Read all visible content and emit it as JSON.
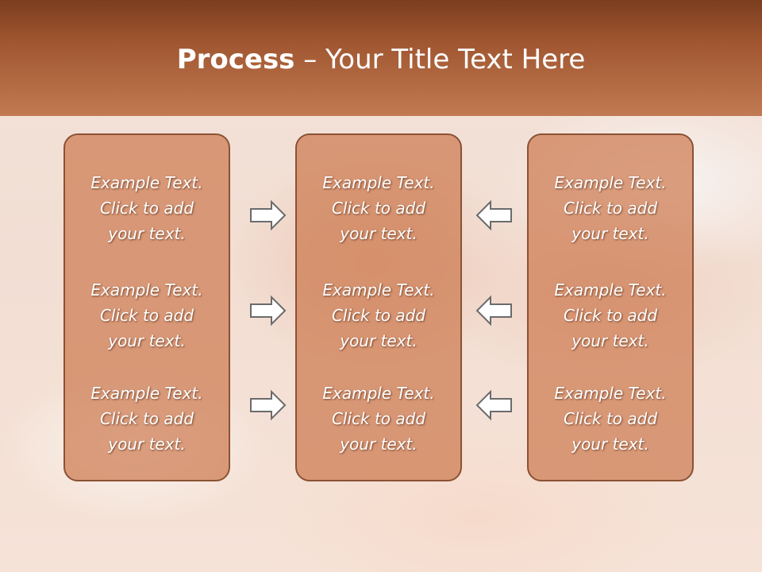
{
  "slide": {
    "title_bold": "Process",
    "title_rest": " – Your Title Text Here"
  },
  "columns": [
    {
      "items": [
        "Example Text.\nClick  to add\nyour text.",
        "Example Text.\nClick  to add\nyour text.",
        "Example Text.\nClick  to add\nyour text."
      ]
    },
    {
      "items": [
        "Example Text.\nClick  to add\nyour text.",
        "Example Text.\nClick  to add\nyour text.",
        "Example Text.\nClick  to add\nyour text."
      ]
    },
    {
      "items": [
        "Example Text.\nClick  to add\nyour text.",
        "Example Text.\nClick  to add\nyour text.",
        "Example Text.\nClick  to add\nyour text."
      ]
    }
  ],
  "arrows": {
    "left_group": "arrow-right-icon",
    "right_group": "arrow-left-icon"
  },
  "colors": {
    "header_top": "#7a3d1f",
    "header_bottom": "#c27a52",
    "box_fill": "#cd7c52",
    "box_border": "#8a5234",
    "arrow_fill": "#ffffff",
    "arrow_stroke": "#6b6b6b"
  }
}
